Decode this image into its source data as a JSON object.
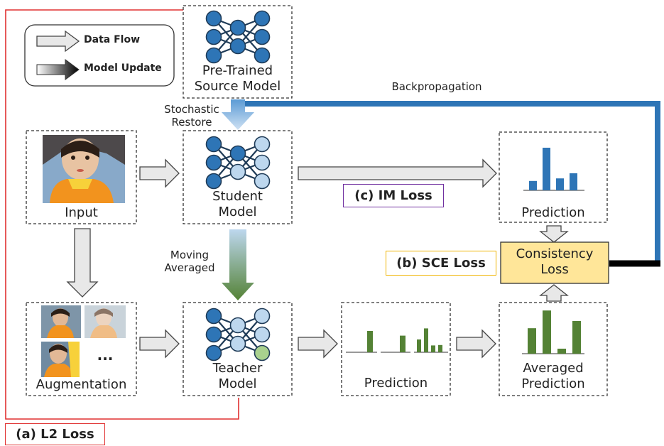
{
  "legend": {
    "data_flow": "Data Flow",
    "model_update": "Model Update"
  },
  "source_model": {
    "line1": "Pre-Trained",
    "line2": "Source Model"
  },
  "stochastic_restore": {
    "line1": "Stochastic",
    "line2": "Restore"
  },
  "backpropagation": "Backpropagation",
  "input": {
    "label": "Input"
  },
  "student_model": {
    "line1": "Student",
    "line2": "Model"
  },
  "im_loss": "(c) IM Loss",
  "student_prediction": {
    "label": "Prediction",
    "bars": [
      0.22,
      1.0,
      0.28,
      0.4
    ],
    "color": "#2e75b6"
  },
  "sce_loss": "(b) SCE Loss",
  "consistency_loss": {
    "line1": "Consistency",
    "line2": "Loss",
    "fill": "#ffe699",
    "border": "#333333"
  },
  "moving_averaged": {
    "line1": "Moving",
    "line2": "Averaged"
  },
  "augmentation": {
    "label": "Augmentation",
    "ellipsis": "..."
  },
  "teacher_model": {
    "line1": "Teacher",
    "line2": "Model"
  },
  "teacher_prediction": {
    "label": "Prediction",
    "groups": [
      [
        1.0
      ],
      [
        0.78
      ],
      [
        0.6,
        1.12,
        0.32,
        0.34
      ]
    ],
    "color": "#548235"
  },
  "averaged_prediction": {
    "line1": "Averaged",
    "line2": "Prediction",
    "bars": [
      0.56,
      0.95,
      0.11,
      0.72
    ],
    "color": "#548235"
  },
  "l2_loss": "(a) L2 Loss",
  "colors": {
    "network_dark": "#2e75b6",
    "network_light": "#bdd7ee",
    "network_green": "#a9d18e",
    "backprop_blue": "#2e75b6",
    "l2_red": "#e03030",
    "im_border": "#7030a0",
    "sce_border": "#f0b400"
  }
}
